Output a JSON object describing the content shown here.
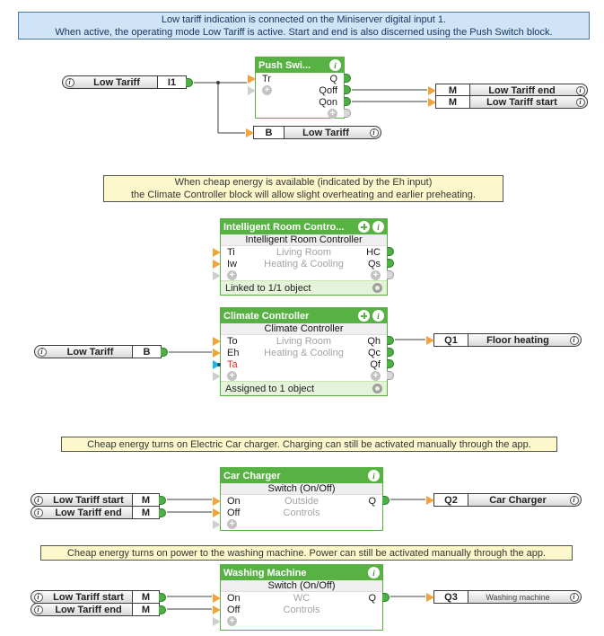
{
  "icons": {
    "info": "i",
    "add": "+"
  },
  "colors": {
    "loxone_green": "#57b243",
    "note_blue_bg": "#cfe4f7",
    "note_blue_text": "#17365d",
    "note_yellow_bg": "#fdf8cc",
    "connector_orange": "#f2a33b",
    "connector_green": "#4cb043",
    "connector_blue": "#21b6ea",
    "connector_gray": "#d8d8d8",
    "ta_red": "#e02b20",
    "wire": "#3f3f3f"
  },
  "notes": {
    "info": {
      "line1": "Low tariff indication is connected on the Miniserver digital input 1.",
      "line2": "When active, the operating mode Low Tariff is active. Start and end is also discerned using the Push Switch block."
    },
    "climate": {
      "line1": "When cheap energy is available (indicated by the Eh input)",
      "line2": "the Climate Controller block will allow slight overheating and earlier preheating."
    },
    "car": {
      "text": "Cheap energy turns on Electric Car charger. Charging can still be activated manually through the app."
    },
    "washing": {
      "text": "Cheap energy turns on power to the washing machine. Power can still be activated manually through the app."
    }
  },
  "refs": {
    "i1": {
      "label": "Low Tariff",
      "port": "I1"
    },
    "mem_b": {
      "port": "B",
      "label": "Low Tariff"
    },
    "m_end": {
      "port": "M",
      "label": "Low Tariff end"
    },
    "m_start": {
      "port": "M",
      "label": "Low Tariff start"
    },
    "b_in": {
      "label": "Low Tariff",
      "port": "B"
    },
    "q1": {
      "port": "Q1",
      "label": "Floor heating"
    },
    "car_start": {
      "label": "Low Tariff start",
      "port": "M"
    },
    "car_end": {
      "label": "Low Tariff end",
      "port": "M"
    },
    "q2": {
      "port": "Q2",
      "label": "Car Charger"
    },
    "wash_start": {
      "label": "Low Tariff start",
      "port": "M"
    },
    "wash_end": {
      "label": "Low Tariff end",
      "port": "M"
    },
    "q3": {
      "port": "Q3",
      "label": "Washing machine"
    }
  },
  "blocks": {
    "push_switch": {
      "title": "Push Swi...",
      "in_tr": "Tr",
      "out_q": "Q",
      "out_qoff": "Qoff",
      "out_qon": "Qon"
    },
    "room_controller": {
      "title": "Intelligent Room Contro...",
      "subtitle": "Intelligent Room Controller",
      "in_ti": "Ti",
      "in_iw": "Iw",
      "out_hc": "HC",
      "out_qs": "Qs",
      "room": "Living Room",
      "category": "Heating & Cooling",
      "footer": "Linked to 1/1 object"
    },
    "climate_controller": {
      "title": "Climate Controller",
      "subtitle": "Climate Controller",
      "in_to": "To",
      "in_eh": "Eh",
      "in_ta": "Ta",
      "out_qh": "Qh",
      "out_qc": "Qc",
      "out_qf": "Qf",
      "room": "Living Room",
      "category": "Heating & Cooling",
      "footer": "Assigned to 1 object"
    },
    "car_charger": {
      "title": "Car Charger",
      "subtitle": "Switch (On/Off)",
      "in_on": "On",
      "in_off": "Off",
      "out_q": "Q",
      "room": "Outside",
      "category": "Controls"
    },
    "washing_machine": {
      "title": "Washing Machine",
      "subtitle": "Switch (On/Off)",
      "in_on": "On",
      "in_off": "Off",
      "out_q": "Q",
      "room": "WC",
      "category": "Controls"
    }
  }
}
